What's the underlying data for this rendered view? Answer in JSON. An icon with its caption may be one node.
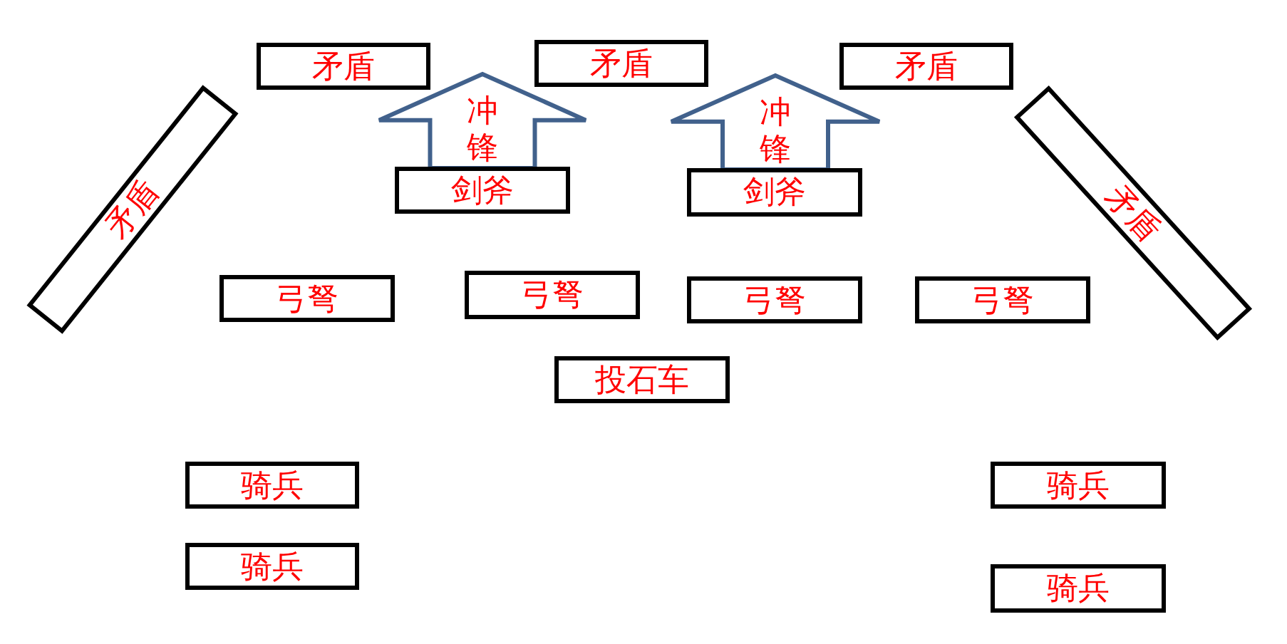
{
  "diagram": {
    "nodes": [
      {
        "text": [
          "矛盾"
        ]
      },
      {
        "text": [
          "矛盾"
        ]
      },
      {
        "text": [
          "矛盾"
        ]
      },
      {
        "text": [
          "矛盾"
        ]
      },
      {
        "text": [
          "冲锋"
        ]
      },
      {
        "text": [
          "剑斧"
        ]
      },
      {
        "text": [
          "冲锋"
        ]
      },
      {
        "text": [
          "剑斧"
        ]
      },
      {
        "text": [
          "矛盾"
        ]
      },
      {
        "text": [
          "弓弩"
        ]
      },
      {
        "text": [
          "弓弩"
        ]
      },
      {
        "text": [
          "弓弩"
        ]
      },
      {
        "text": [
          "弓弩"
        ]
      },
      {
        "text": [
          "投石车"
        ]
      },
      {
        "text": [
          "骑兵"
        ]
      },
      {
        "text": [
          "骑兵"
        ]
      },
      {
        "text": [
          "骑兵"
        ]
      },
      {
        "text": [
          "骑兵"
        ]
      }
    ]
  }
}
